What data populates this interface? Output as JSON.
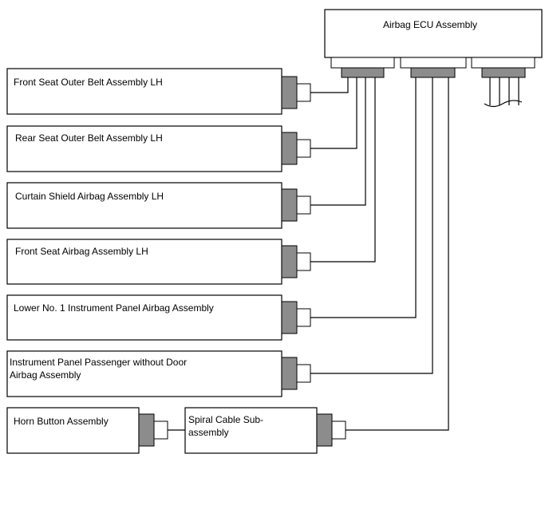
{
  "ecu": {
    "label": "Airbag ECU Assembly"
  },
  "components": [
    {
      "id": "front-seat-outer-belt",
      "lines": [
        "Front Seat Outer Belt Assembly LH"
      ]
    },
    {
      "id": "rear-seat-outer-belt",
      "lines": [
        "Rear Seat Outer Belt Assembly LH"
      ]
    },
    {
      "id": "curtain-shield-airbag",
      "lines": [
        "Curtain Shield Airbag Assembly LH"
      ]
    },
    {
      "id": "front-seat-airbag",
      "lines": [
        "Front Seat Airbag Assembly LH"
      ]
    },
    {
      "id": "lower-no1-instrument-panel-airbag",
      "lines": [
        "Lower No. 1 Instrument Panel Airbag Assembly"
      ]
    },
    {
      "id": "instrument-panel-passenger-airbag",
      "lines": [
        "Instrument Panel Passenger without Door",
        "Airbag Assembly"
      ]
    },
    {
      "id": "horn-button",
      "lines": [
        "Horn Button Assembly"
      ]
    },
    {
      "id": "spiral-cable",
      "lines": [
        "Spiral Cable Sub-",
        "assembly"
      ]
    }
  ]
}
